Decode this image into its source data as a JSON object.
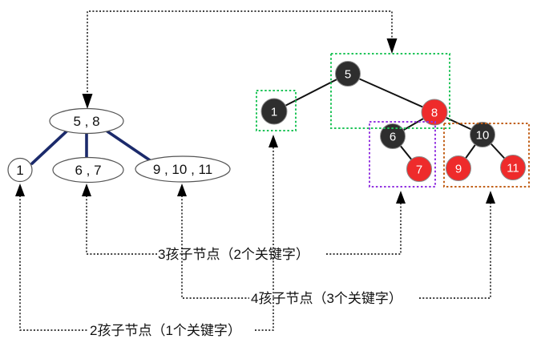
{
  "diagram": {
    "description": "2-3-4 tree to red-black tree correspondence diagram"
  },
  "tree234": {
    "root": {
      "label": "5 , 8"
    },
    "children": [
      {
        "label": "1"
      },
      {
        "label": "6 , 7"
      },
      {
        "label": "9 , 10 , 11"
      }
    ]
  },
  "rbtree": {
    "nodes": [
      {
        "label": "5",
        "color": "black"
      },
      {
        "label": "1",
        "color": "black"
      },
      {
        "label": "8",
        "color": "red"
      },
      {
        "label": "6",
        "color": "black"
      },
      {
        "label": "7",
        "color": "red"
      },
      {
        "label": "10",
        "color": "black"
      },
      {
        "label": "9",
        "color": "red"
      },
      {
        "label": "11",
        "color": "red"
      }
    ]
  },
  "annotations": {
    "three_child": "3孩子节点（2个关键字）",
    "four_child": "4孩子节点（3个关键字）",
    "two_child": "2孩子节点（1个关键字）"
  },
  "colors": {
    "node_black": "#2e2e2e",
    "node_red": "#ee2b2b",
    "edge_navy": "#1b2a6b",
    "box_green": "#21c45a",
    "box_purple": "#9335e0",
    "box_orange": "#c2611a",
    "connector": "#000000"
  }
}
